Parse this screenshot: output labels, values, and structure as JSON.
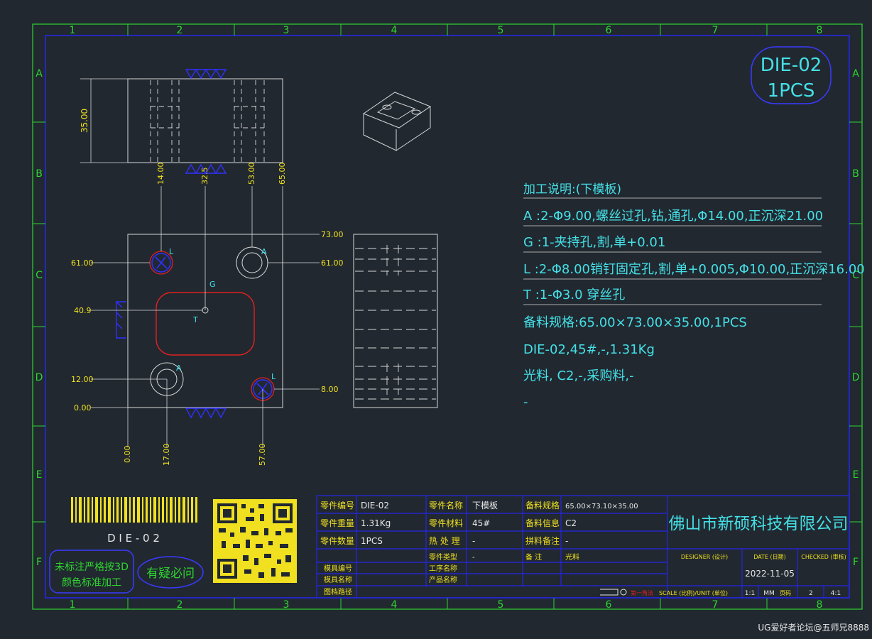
{
  "colors": {
    "background": "#212830",
    "border_green": "#2fd62f",
    "frame_blue": "#2626e6",
    "title_text_yellow": "#f0e020",
    "title_value_white": "#e6e6e6",
    "dim_yellow": "#f2e21e",
    "outline_white": "#d8d8d8",
    "note_cyan": "#45e0e6",
    "pocket_red": "#e02020",
    "hatch_blue": "#3030ff"
  },
  "frame": {
    "columns": [
      "1",
      "2",
      "3",
      "4",
      "5",
      "6",
      "7",
      "8"
    ],
    "rows": [
      "A",
      "B",
      "C",
      "D",
      "E",
      "F"
    ]
  },
  "badge": {
    "part": "DIE-02",
    "qty": "1PCS"
  },
  "side_view": {
    "height_dim": "35.00"
  },
  "plan_view": {
    "top_dims": [
      "14.00",
      "32.5",
      "53.00",
      "65.00"
    ],
    "bottom_dims": [
      "0.00",
      "17.00",
      "57.00"
    ],
    "left_dims": [
      "61.00",
      "40.9",
      "12.00",
      "0.00"
    ],
    "right_dims": [
      "73.00",
      "61.00",
      "8.00"
    ],
    "hole_labels": {
      "L": "L",
      "A": "A",
      "G": "G",
      "T": "T"
    }
  },
  "notes": {
    "title": "加工说明:(下模板)",
    "lines": [
      "A  :2-Φ9.00,螺丝过孔,钻,通孔,Φ14.00,正沉深21.00",
      "G  :1-夹持孔,割,单+0.01",
      "L  :2-Φ8.00销钉固定孔,割,单+0.005,Φ10.00,正沉深16.00",
      "T  :1-Φ3.0 穿丝孔"
    ],
    "plain": [
      "备料规格:65.00×73.00×35.00,1PCS",
      "DIE-02,45#,-,1.31Kg",
      "光料, C2,-,采购料,-",
      "-"
    ]
  },
  "barcode_text": "D I E - 0 2",
  "stamps": {
    "strict": "未标注严格按3D",
    "strict2": "颜色标准加工",
    "ask": "有疑必问"
  },
  "title_block": {
    "rows": [
      [
        {
          "k": "零件编号",
          "v": "DIE-02"
        },
        {
          "k": "零件名称",
          "v": "下模板"
        },
        {
          "k": "备料规格",
          "v": "65.00×73.10×35.00"
        }
      ],
      [
        {
          "k": "零件重量",
          "v": "1.31Kg"
        },
        {
          "k": "零件材料",
          "v": "45#"
        },
        {
          "k": "备料信息",
          "v": "C2"
        }
      ],
      [
        {
          "k": "零件数量",
          "v": "1PCS"
        },
        {
          "k": "热 处 理",
          "v": "-"
        },
        {
          "k": "拼料备注",
          "v": "-"
        }
      ]
    ],
    "row4": {
      "k1": "零件类型",
      "v1": "-",
      "k2": "备    注",
      "v2": "光料"
    },
    "left_small": [
      "模具编号",
      "模具名称",
      "图档路径"
    ],
    "mid_small": [
      "工序名称",
      "产品名称"
    ],
    "company": "佛山市新硕科技有限公司",
    "designer_label": "DESIGNER (设计)",
    "date_label": "DATE (日期)",
    "checked_label": "CHECKED (审核)",
    "date": "2022-11-05",
    "first_angle": "第一角法",
    "scale_label": "SCALE (比例)/UNIT (单位)",
    "scale": "1:1",
    "unit": "MM",
    "page_label": "页码",
    "page": "2",
    "page_total": "4:1"
  },
  "watermark": "UG爱好者论坛@五师兄8888"
}
